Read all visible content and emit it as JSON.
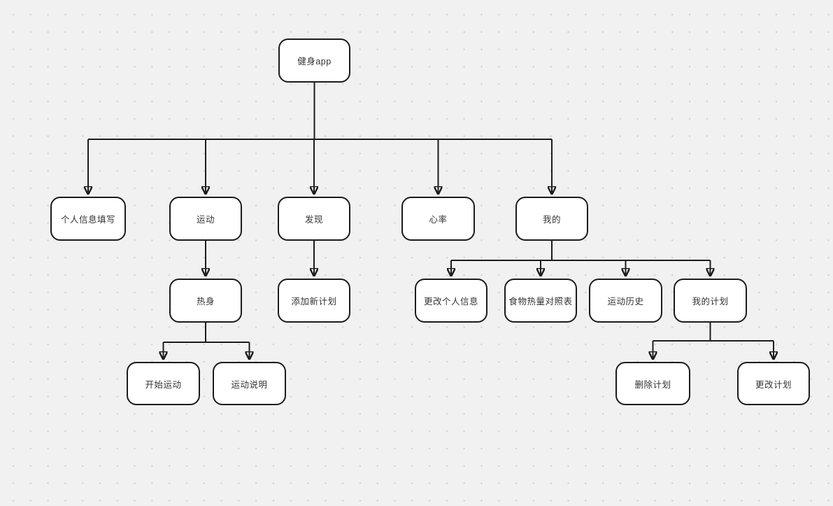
{
  "diagram": {
    "type": "tree-flowchart",
    "nodes": {
      "root": {
        "label": "健身app"
      },
      "personal_info": {
        "label": "个人信息填写"
      },
      "exercise": {
        "label": "运动"
      },
      "discover": {
        "label": "发现"
      },
      "heart_rate": {
        "label": "心率"
      },
      "mine": {
        "label": "我的"
      },
      "warm_up": {
        "label": "热身"
      },
      "add_new_plan": {
        "label": "添加新计划"
      },
      "change_personal_info": {
        "label": "更改个人信息"
      },
      "food_calorie_table": {
        "label": "食物热量对照表"
      },
      "exercise_history": {
        "label": "运动历史"
      },
      "my_plan": {
        "label": "我的计划"
      },
      "start_exercise": {
        "label": "开始运动"
      },
      "exercise_instructions": {
        "label": "运动说明"
      },
      "delete_plan": {
        "label": "删除计划"
      },
      "change_plan": {
        "label": "更改计划"
      }
    },
    "edges": [
      {
        "from": "root",
        "to": "personal_info"
      },
      {
        "from": "root",
        "to": "exercise"
      },
      {
        "from": "root",
        "to": "discover"
      },
      {
        "from": "root",
        "to": "heart_rate"
      },
      {
        "from": "root",
        "to": "mine"
      },
      {
        "from": "exercise",
        "to": "warm_up"
      },
      {
        "from": "discover",
        "to": "add_new_plan"
      },
      {
        "from": "mine",
        "to": "change_personal_info"
      },
      {
        "from": "mine",
        "to": "food_calorie_table"
      },
      {
        "from": "mine",
        "to": "exercise_history"
      },
      {
        "from": "mine",
        "to": "my_plan"
      },
      {
        "from": "warm_up",
        "to": "start_exercise"
      },
      {
        "from": "warm_up",
        "to": "exercise_instructions"
      },
      {
        "from": "my_plan",
        "to": "delete_plan"
      },
      {
        "from": "my_plan",
        "to": "change_plan"
      }
    ],
    "colors": {
      "background": "#f1f1f2",
      "dot_grid": "#d3d3d5",
      "node_fill": "#ffffff",
      "node_border": "#1c1c1c",
      "connector": "#1c1c1c",
      "text": "#333333"
    }
  }
}
